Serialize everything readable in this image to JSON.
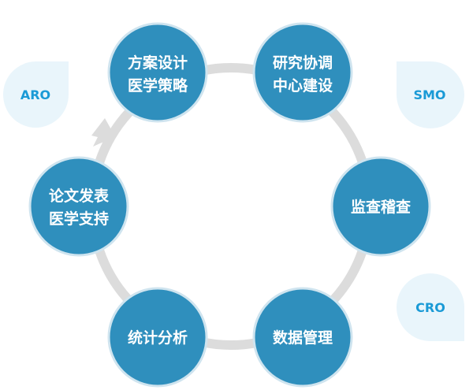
{
  "colors": {
    "node_fill": "#2f8fbd",
    "node_stroke": "#cfe4ef",
    "ring": "#dcdcdc",
    "badge_fill": "#e9f5fb",
    "badge_text": "#1a9ad6"
  },
  "nodes": [
    {
      "line1": "方案设计",
      "line2": "医学策略"
    },
    {
      "line1": "研究协调",
      "line2": "中心建设"
    },
    {
      "line1": "监查稽查"
    },
    {
      "line1": "数据管理"
    },
    {
      "line1": "统计分析"
    },
    {
      "line1": "论文发表",
      "line2": "医学支持"
    }
  ],
  "badges": [
    {
      "label": "ARO"
    },
    {
      "label": "SMO"
    },
    {
      "label": "CRO"
    }
  ]
}
